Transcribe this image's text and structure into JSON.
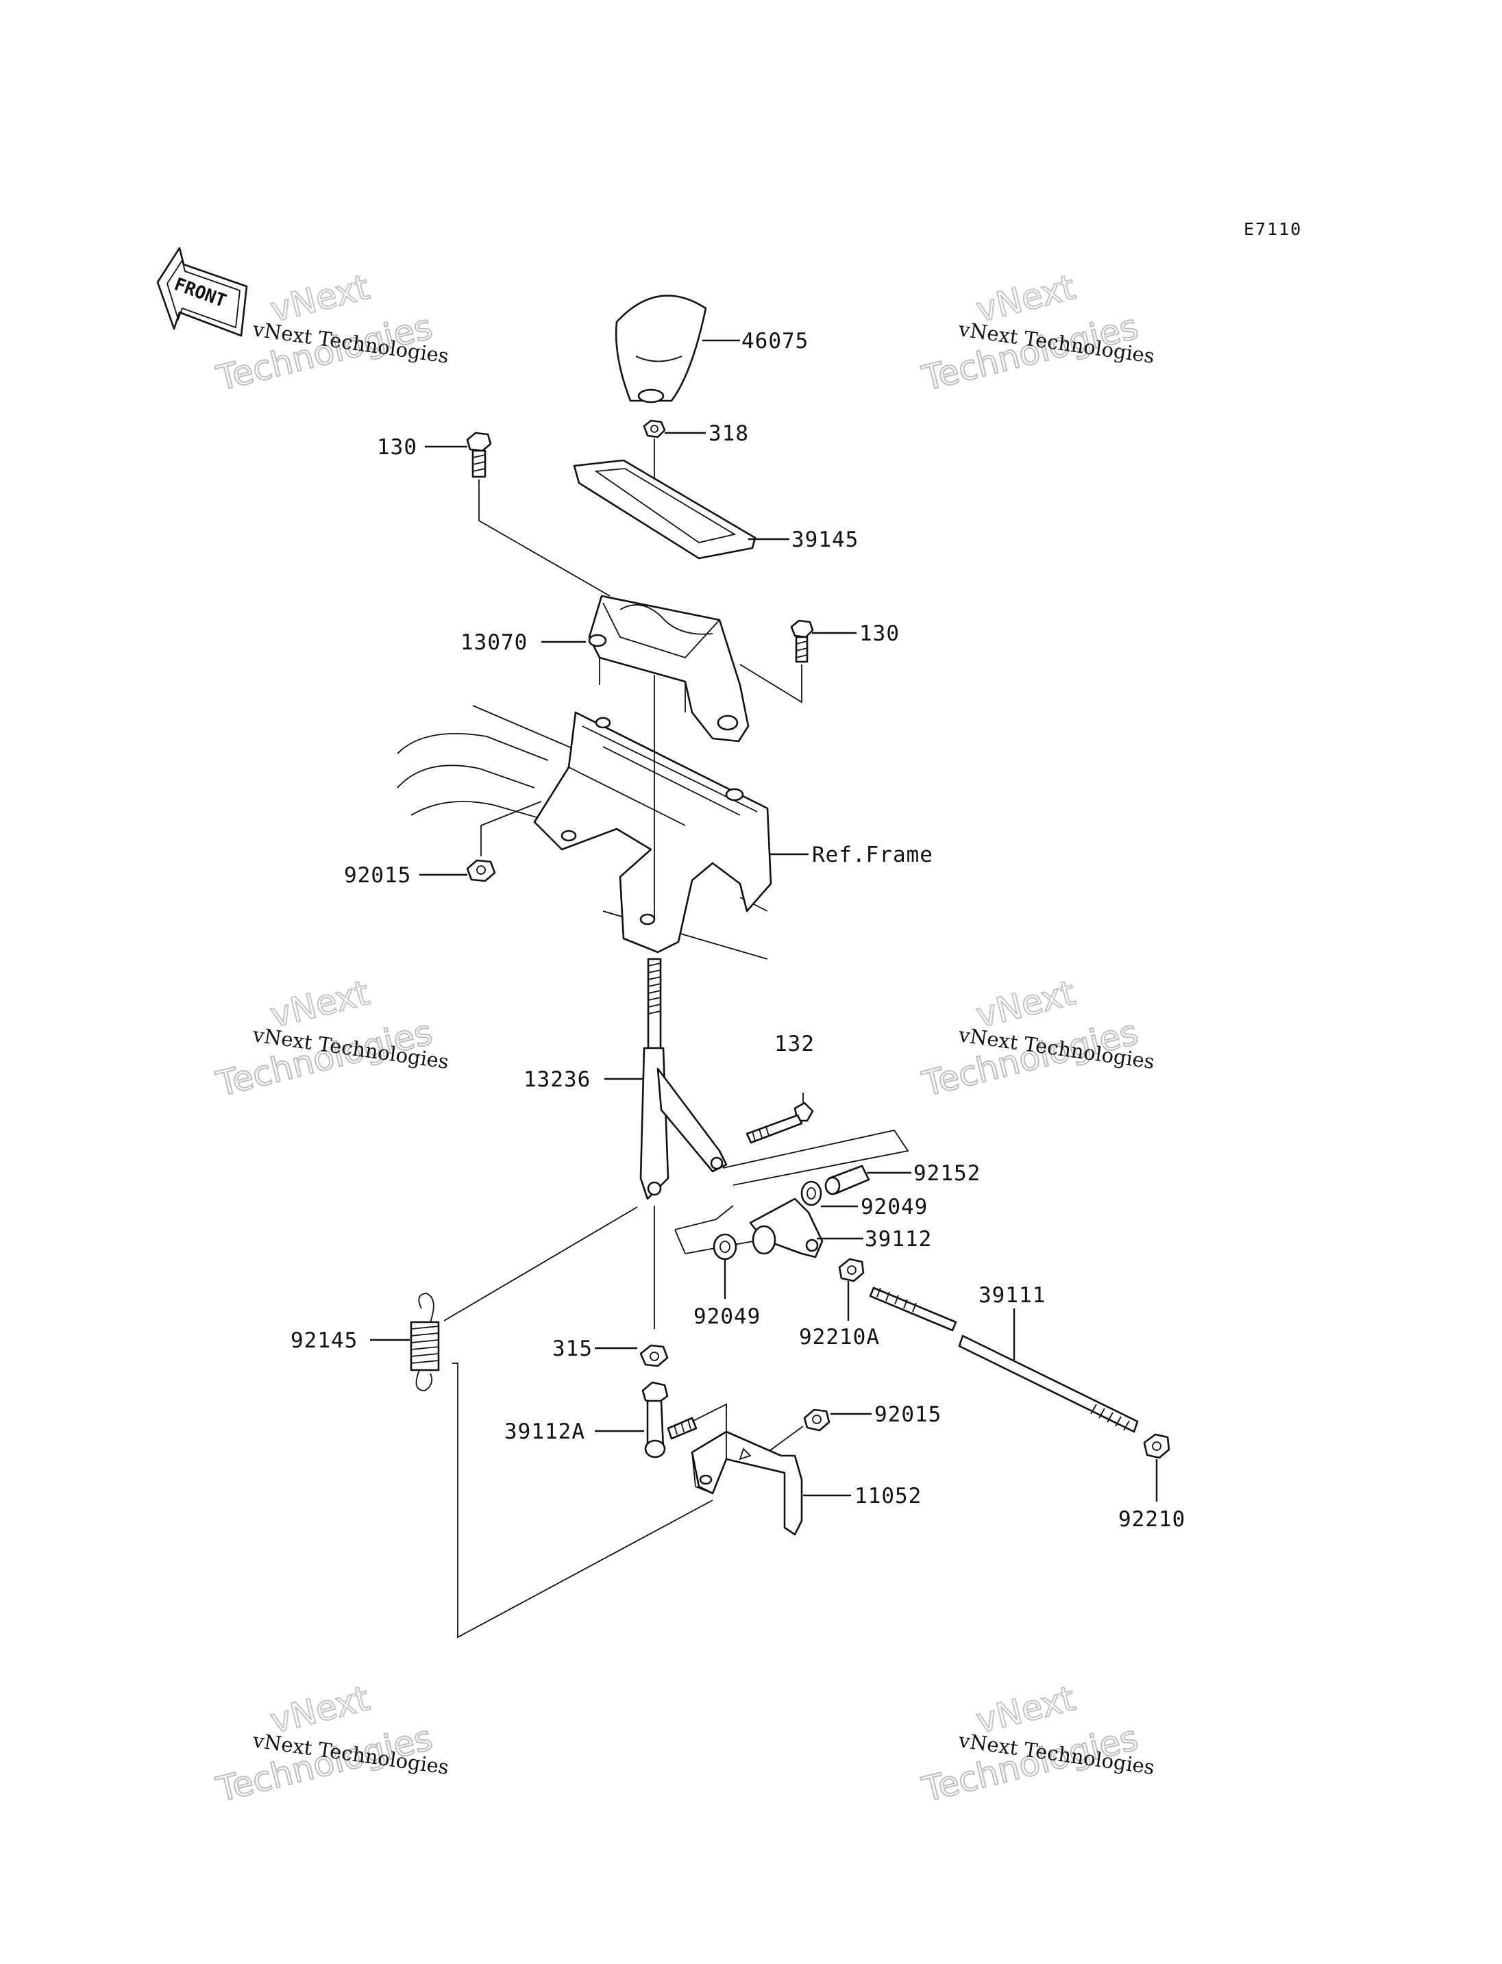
{
  "diagram_code": "E7110",
  "front_label": "FRONT",
  "watermark": {
    "line1": "vNext Technologies",
    "line2": "vNext",
    "line3": "Technologies"
  },
  "parts": [
    {
      "id": "46075",
      "label": "46075"
    },
    {
      "id": "318",
      "label": "318"
    },
    {
      "id": "130a",
      "label": "130"
    },
    {
      "id": "39145",
      "label": "39145"
    },
    {
      "id": "13070",
      "label": "13070"
    },
    {
      "id": "130b",
      "label": "130"
    },
    {
      "id": "ref-frame",
      "label": "Ref.Frame"
    },
    {
      "id": "92015a",
      "label": "92015"
    },
    {
      "id": "132",
      "label": "132"
    },
    {
      "id": "13236",
      "label": "13236"
    },
    {
      "id": "92152",
      "label": "92152"
    },
    {
      "id": "92049a",
      "label": "92049"
    },
    {
      "id": "39112",
      "label": "39112"
    },
    {
      "id": "92049b",
      "label": "92049"
    },
    {
      "id": "92210A",
      "label": "92210A"
    },
    {
      "id": "39111",
      "label": "39111"
    },
    {
      "id": "92145",
      "label": "92145"
    },
    {
      "id": "315",
      "label": "315"
    },
    {
      "id": "39112A",
      "label": "39112A"
    },
    {
      "id": "92015b",
      "label": "92015"
    },
    {
      "id": "11052",
      "label": "11052"
    },
    {
      "id": "92210",
      "label": "92210"
    }
  ]
}
